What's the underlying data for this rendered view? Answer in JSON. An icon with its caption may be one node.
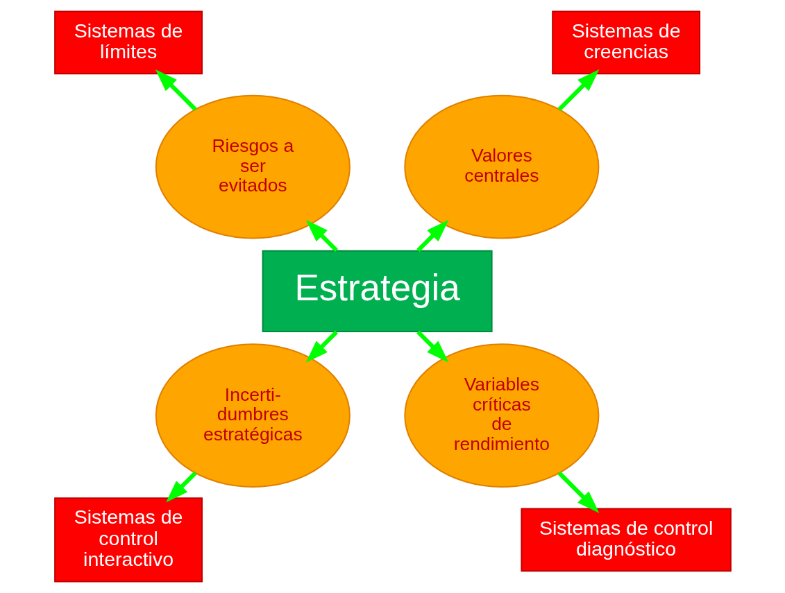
{
  "diagram": {
    "nodes": [
      {
        "text": [
          "Sistemas de creencias"
        ]
      },
      {
        "text": [
          "Sistemas de límites"
        ]
      },
      {
        "text": [
          "Valores centrales"
        ]
      },
      {
        "text": [
          "Riesgos a ser evitados"
        ]
      },
      {
        "text": [
          "Estrategia"
        ]
      },
      {
        "text": [
          "Incerti- dumbres estratégicas"
        ]
      },
      {
        "text": [
          "Variables críticas de rendimiento"
        ]
      },
      {
        "text": [
          "Sistemas de control interactivo"
        ]
      },
      {
        "text": [
          "Sistemas de control diagnóstico"
        ]
      }
    ],
    "edges": [
      {
        "from": 4,
        "to": 2,
        "arrow": "to"
      },
      {
        "from": 4,
        "to": 3,
        "arrow": "to"
      },
      {
        "from": 4,
        "to": 5,
        "arrow": "to"
      },
      {
        "from": 4,
        "to": 6,
        "arrow": "to"
      },
      {
        "from": 2,
        "to": 0,
        "arrow": "to"
      },
      {
        "from": 3,
        "to": 1,
        "arrow": "to"
      },
      {
        "from": 5,
        "to": 7,
        "arrow": "to"
      },
      {
        "from": 6,
        "to": 8,
        "arrow": "to"
      }
    ]
  }
}
